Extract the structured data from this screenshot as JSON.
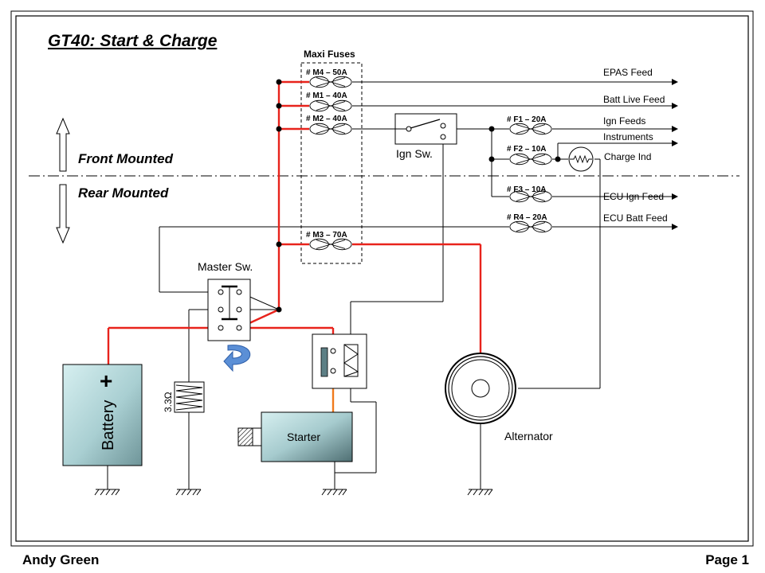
{
  "title": "GT40: Start & Charge",
  "zones": {
    "front": "Front Mounted",
    "rear": "Rear Mounted"
  },
  "fuse_box": {
    "label": "Maxi Fuses",
    "fuses": [
      "# M4 – 50A",
      "# M1 – 40A",
      "# M2 – 40A",
      "# M3 – 70A"
    ]
  },
  "small_fuses": [
    "# F1 – 20A",
    "# F2 – 10A",
    "# F3 – 10A",
    "# R4 – 20A"
  ],
  "feeds": [
    "EPAS Feed",
    "Batt Live Feed",
    "Ign Feeds",
    "Instruments",
    "Charge Ind",
    "ECU Ign Feed",
    "ECU Batt Feed"
  ],
  "components": {
    "ign_switch": "Ign Sw.",
    "master_switch": "Master Sw.",
    "battery": "Battery",
    "battery_sign": "+",
    "resistor": "3.3Ω",
    "starter": "Starter",
    "alternator": "Alternator"
  },
  "footer": {
    "author": "Andy Green",
    "page": "Page 1"
  },
  "colors": {
    "power_wire": "#e8231c",
    "starter_wire": "#f07a1c",
    "signal_wire": "#000000"
  }
}
